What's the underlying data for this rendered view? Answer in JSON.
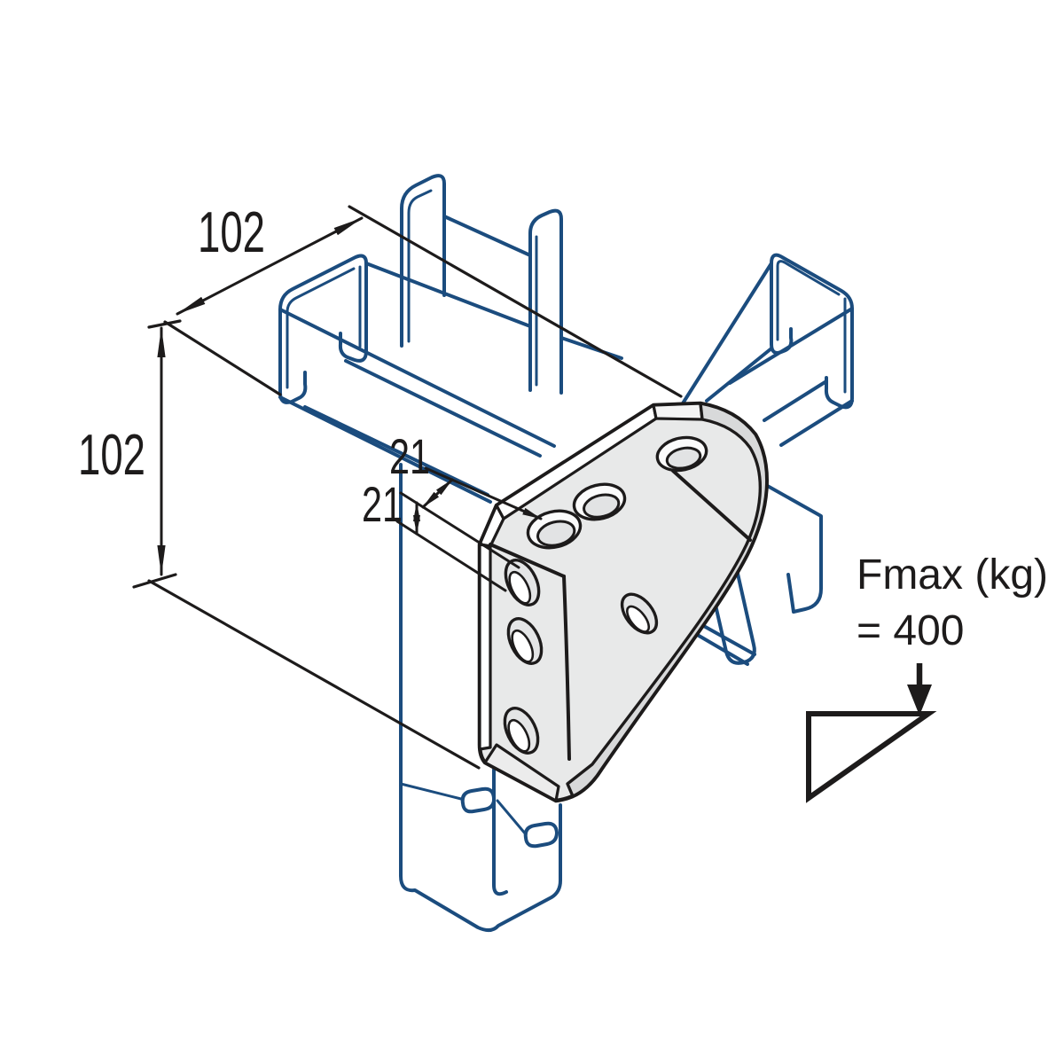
{
  "labels": {
    "dim_top_width": "102",
    "dim_left_height": "102",
    "dim_hole_offset": "21",
    "dim_hole_pitch": "21",
    "load_max_label": "Fmax (kg)",
    "load_max_value": "= 400"
  },
  "colors": {
    "channel": "#1b4c7e",
    "outline": "#1d1b1b",
    "plate_fill": "#e8e9e9",
    "plate_edge": "#d8d9da",
    "background": "#ffffff"
  }
}
